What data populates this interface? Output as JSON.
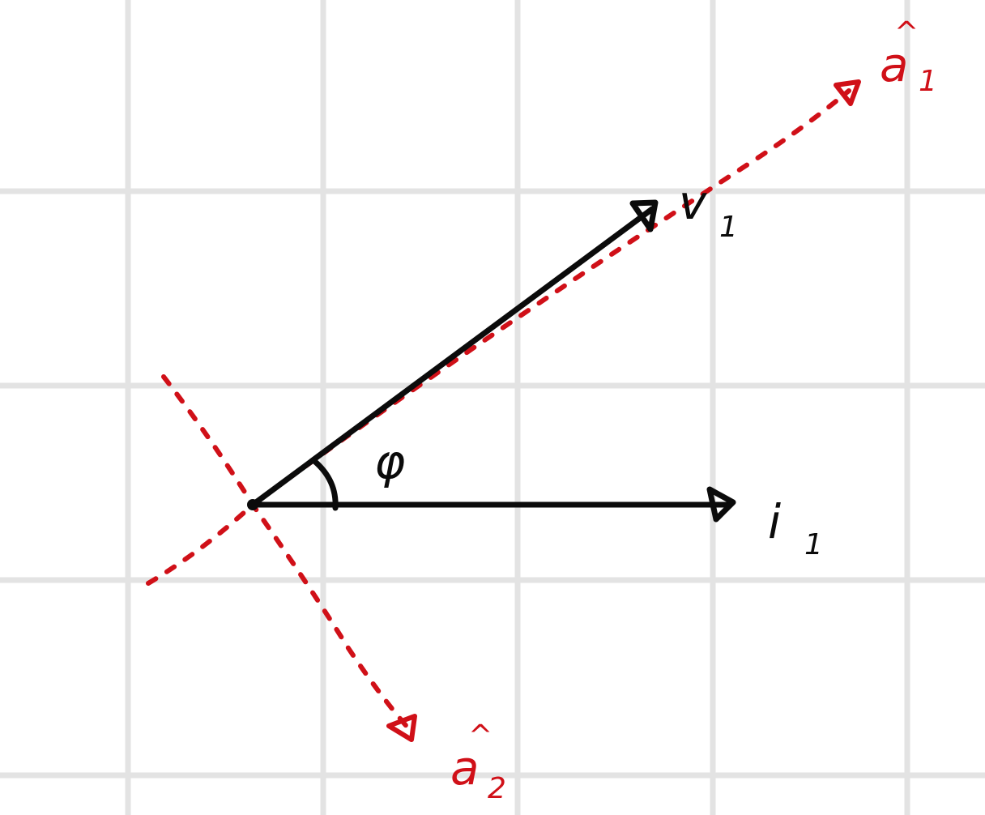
{
  "colors": {
    "background": "#ffffff",
    "grid": "#e3e3e3",
    "ink": "#0b0b0b",
    "red_ink": "#d01018"
  },
  "labels": {
    "v1": {
      "base": "v",
      "sub": "1"
    },
    "i1": {
      "base": "i",
      "sub": "1"
    },
    "angle": "φ",
    "a1": {
      "hat": "^",
      "base": "a",
      "sub": "1"
    },
    "a2": {
      "hat": "^",
      "base": "a",
      "sub": "2"
    }
  }
}
